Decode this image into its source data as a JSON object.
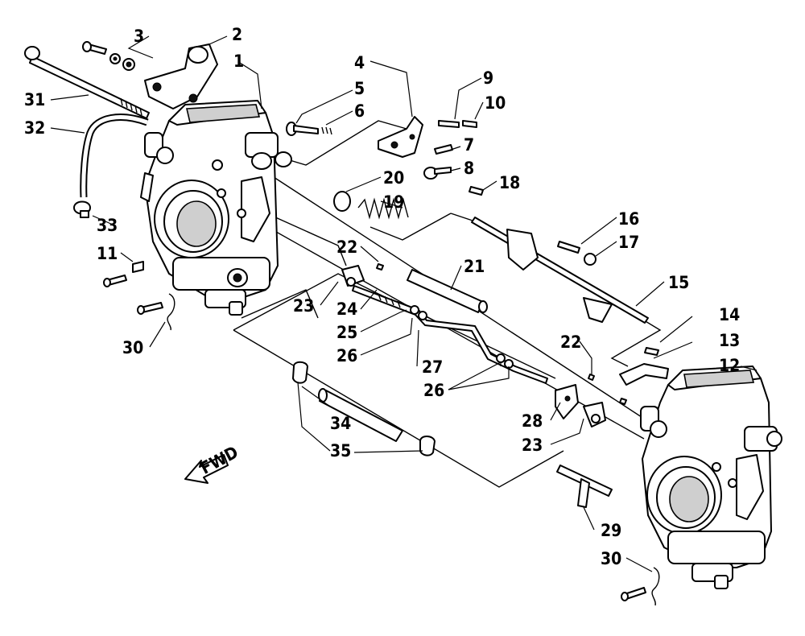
{
  "diagram": {
    "fwd_label": "FWD",
    "callouts": {
      "c1": "1",
      "c2": "2",
      "c3": "3",
      "c4": "4",
      "c5": "5",
      "c6": "6",
      "c7": "7",
      "c8": "8",
      "c9": "9",
      "c10": "10",
      "c11": "11",
      "c12": "12",
      "c13": "13",
      "c14": "14",
      "c15": "15",
      "c16": "16",
      "c17": "17",
      "c18": "18",
      "c19": "19",
      "c20": "20",
      "c21": "21",
      "c22a": "22",
      "c22b": "22",
      "c23a": "23",
      "c23b": "23",
      "c24": "24",
      "c25": "25",
      "c26a": "26",
      "c26b": "26",
      "c27": "27",
      "c28": "28",
      "c29": "29",
      "c30a": "30",
      "c30b": "30",
      "c31": "31",
      "c32": "32",
      "c33": "33",
      "c34": "34",
      "c35": "35"
    }
  }
}
